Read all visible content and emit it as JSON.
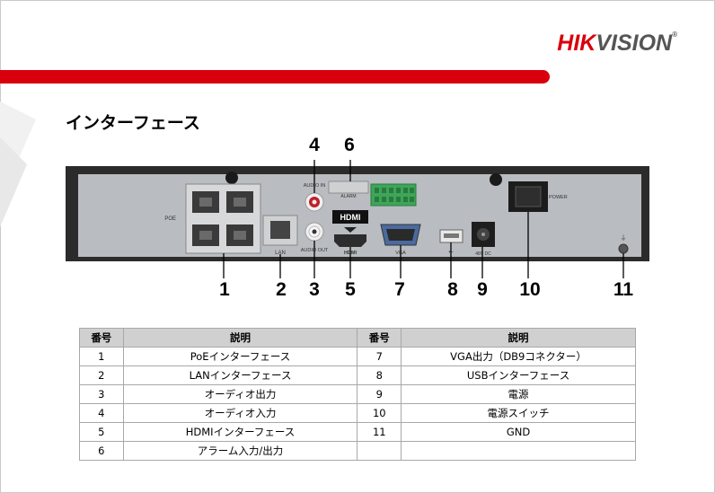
{
  "brand": {
    "name_red": "HIK",
    "name_grey": "VISION",
    "mark": "®"
  },
  "title": "インターフェース",
  "panel_labels": {
    "poe": "POE",
    "lan": "LAN",
    "audio_in": "AUDIO IN",
    "audio_out": "AUDIO OUT",
    "alarm": "ALARM",
    "hdmi": "HDMI",
    "vga": "VGA",
    "dc": "48V DC",
    "power": "POWER"
  },
  "callouts": [
    "1",
    "2",
    "3",
    "4",
    "5",
    "6",
    "7",
    "8",
    "9",
    "10",
    "11"
  ],
  "table": {
    "headers": [
      "番号",
      "説明",
      "番号",
      "説明"
    ],
    "rows": [
      [
        "1",
        "PoEインターフェース",
        "7",
        "VGA出力（DB9コネクター）"
      ],
      [
        "2",
        "LANインターフェース",
        "8",
        "USBインターフェース"
      ],
      [
        "3",
        "オーディオ出力",
        "9",
        "電源"
      ],
      [
        "4",
        "オーディオ入力",
        "10",
        "電源スイッチ"
      ],
      [
        "5",
        "HDMIインターフェース",
        "11",
        "GND"
      ],
      [
        "6",
        "アラーム入力/出力",
        "",
        ""
      ]
    ]
  },
  "colors": {
    "brand_red": "#d9000d",
    "panel_grey": "#b9bcc0",
    "frame_dark": "#2a2a2a",
    "header_grey": "#d0d0d0"
  }
}
